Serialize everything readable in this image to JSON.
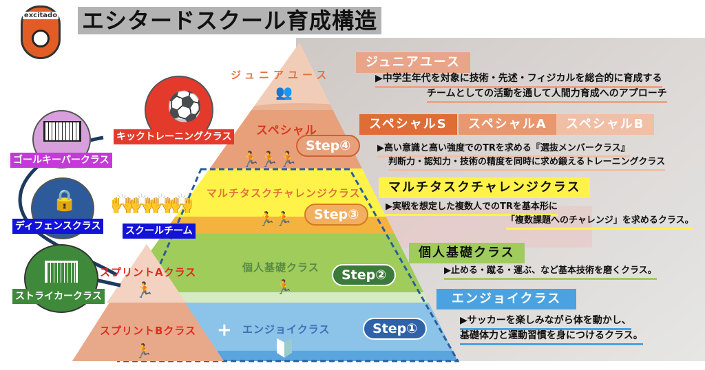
{
  "logo": {
    "text": "excitado"
  },
  "title": "エシタードスクール育成構造",
  "pyramid": {
    "junior": "ジュニアユース",
    "special": "スペシャル",
    "step4": "Step④",
    "multitask": "マルチタスクチャレンジクラス",
    "step3": "Step③",
    "kojin": "個人基礎クラス",
    "step2": "Step②",
    "enjoy": "エンジョイクラス",
    "step1": "Step①",
    "plus": "+"
  },
  "left": {
    "kick": "キックトレーニングクラス",
    "gk": "ゴールキーパークラス",
    "defense": "ディフェンスクラス",
    "striker": "ストライカークラス",
    "school_team": "スクールチーム",
    "sprint_a": "スプリントAクラス",
    "sprint_b": "スプリントBクラス"
  },
  "right": {
    "junior": {
      "header": "ジュニアユース",
      "lines": [
        "▶中学生年代を対象に技術・先述・フィジカルを総合的に育成する",
        "チームとしての活動を通して人間力育成へのアプローチ"
      ]
    },
    "special": {
      "headers": [
        "スペシャルS",
        "スペシャルA",
        "スペシャルB"
      ],
      "lines": [
        "▶高い意識と高い強度でのTRを求める『選抜メンバークラス』",
        "判断力・認知力・技術の精度を同時に求め鍛えるトレーニングクラス"
      ]
    },
    "multitask": {
      "header": "マルチタスクチャレンジクラス",
      "lines": [
        "▶実戦を想定した複数人でのTRを基本形に",
        "「複数課題へのチャレンジ」を求めるクラス。"
      ]
    },
    "kojin": {
      "header": "個人基礎クラス",
      "lines": [
        "▶止める・蹴る・運ぶ、など基本技術を磨くクラス。"
      ]
    },
    "enjoy": {
      "header": "エンジョイクラス",
      "lines": [
        "▶サッカーを楽しみながら体を動かし、",
        "基礎体力と運動習慣を身につけるクラス。"
      ]
    }
  },
  "colors": {
    "junior": "#f1c9b2",
    "special": "#e8a07a",
    "multitask": "#fff34a",
    "kojin": "#9fcc5b",
    "enjoy": "#8cc3e8",
    "accent": "#e2713c"
  }
}
